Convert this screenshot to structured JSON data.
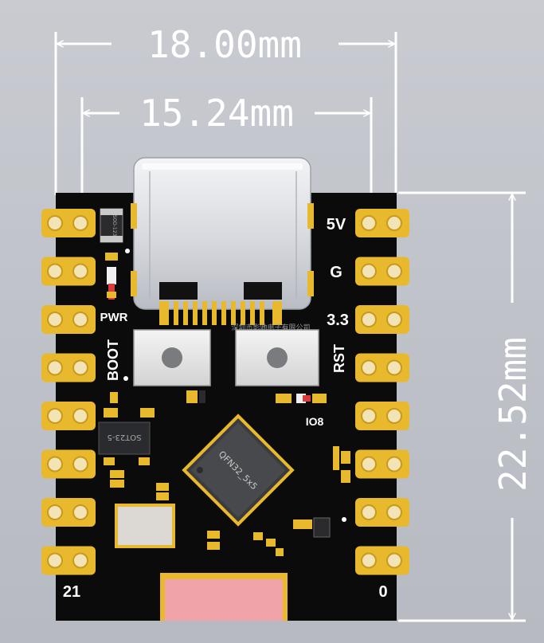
{
  "dimensions": {
    "overall_width": "18.00mm",
    "pin_pitch_span": "15.24mm",
    "board_height": "22.52mm"
  },
  "silkscreen": {
    "pwr": "PWR",
    "boot": "BOOT",
    "v5": "5V",
    "gnd": "G",
    "v33": "3.3",
    "rst": "RST",
    "io8": "IO8",
    "pin_left_bottom": "21",
    "pin_right_bottom": "0",
    "chinese_mark": "深圳市影驰电子有限公司"
  },
  "components": {
    "mcu": "QFN32_5x5",
    "regulator": "SOT23-5",
    "diode": "SOD-123"
  },
  "colors": {
    "pcb": "#0b0b0c",
    "gold": "#e8b92c",
    "silk": "#ffffff",
    "background": "#c3c6cc",
    "antenna": "#f0a3a8"
  }
}
